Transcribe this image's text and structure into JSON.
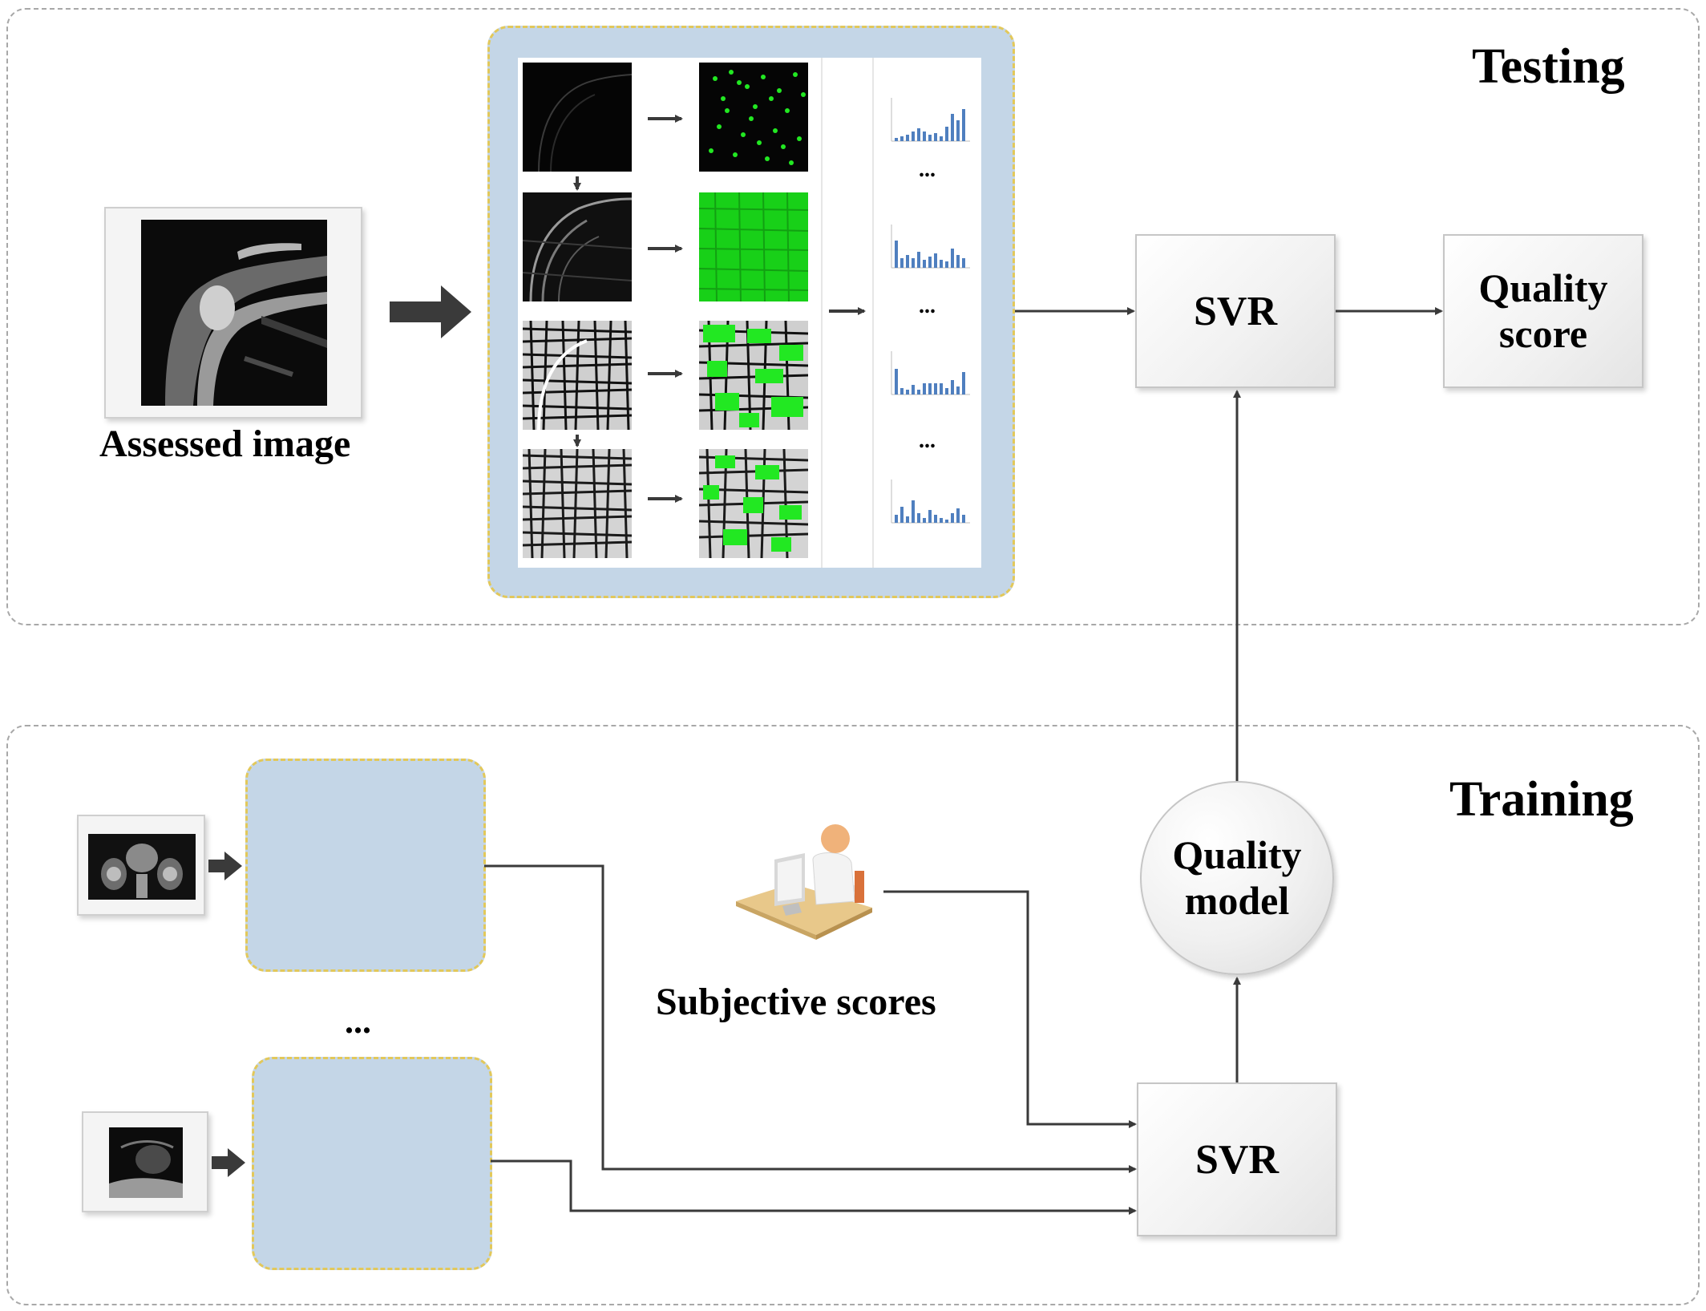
{
  "testing": {
    "title": "Testing",
    "assessed_image_label": "Assessed image",
    "ellipsis": [
      "...",
      "...",
      "..."
    ],
    "svr_label": "SVR",
    "quality_score_line1": "Quality",
    "quality_score_line2": "score"
  },
  "training": {
    "title": "Training",
    "ellipsis": "...",
    "subjective_scores_label": "Subjective scores",
    "quality_model_line1": "Quality",
    "quality_model_line2": "model",
    "svr_label": "SVR"
  },
  "colors": {
    "panel_blue": "#c4d6e7",
    "panel_border": "#e2c85a",
    "arrow": "#3a3a3a",
    "keypoint_green": "#22e822",
    "histogram_bar": "#4f7fbf"
  }
}
